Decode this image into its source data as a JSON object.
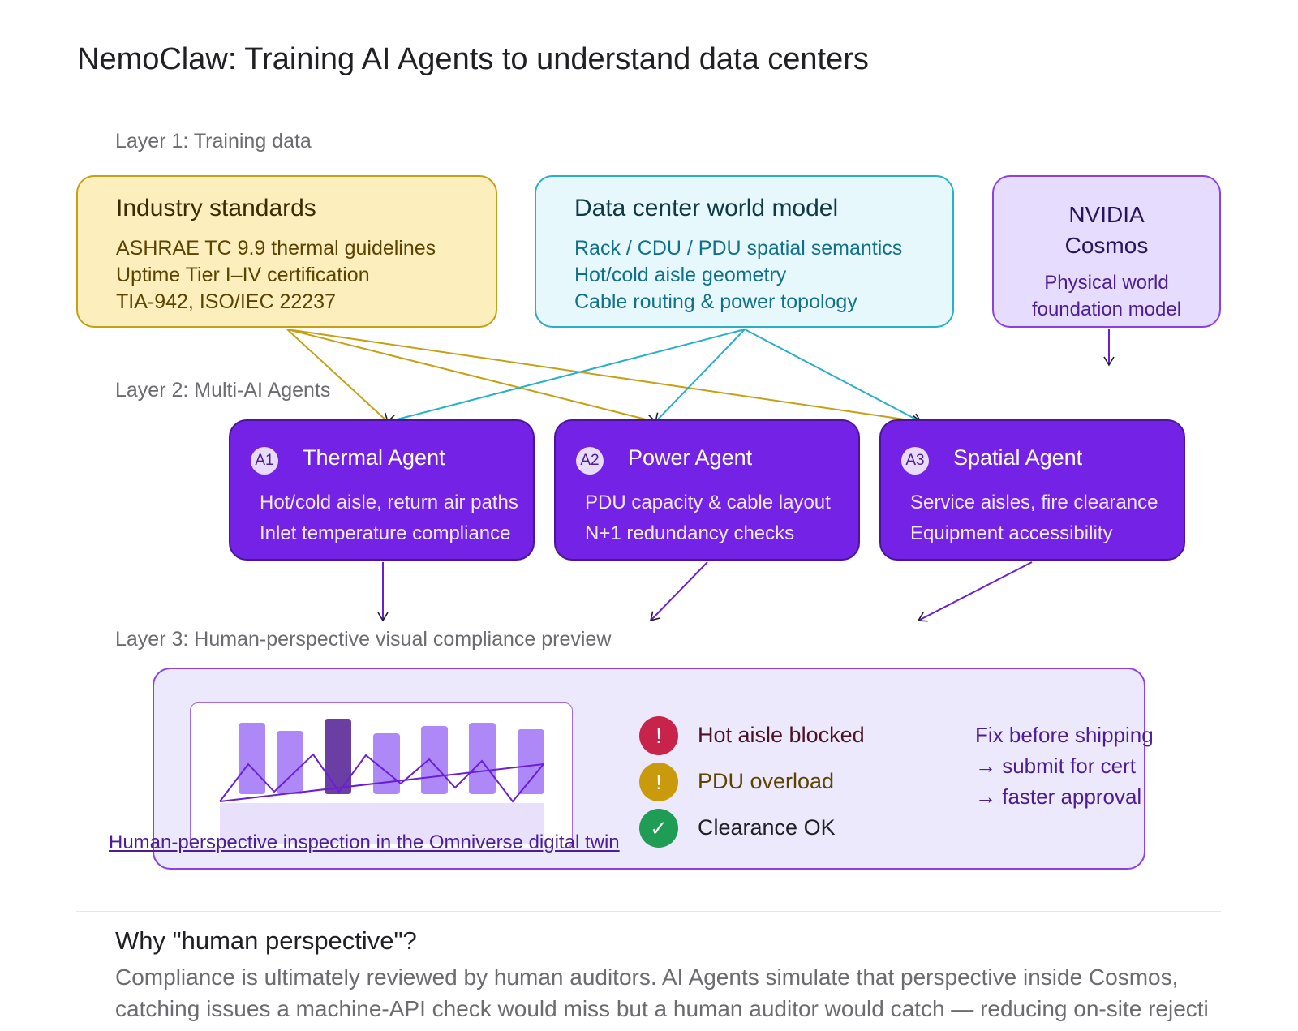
{
  "title": "NemoClaw: Training AI Agents to understand data centers",
  "layers": {
    "l1": "Layer 1: Training data",
    "l2": "Layer 2: Multi-AI Agents",
    "l3": "Layer 3: Human-perspective visual compliance preview"
  },
  "standards": {
    "heading": "Industry standards",
    "lines": [
      "ASHRAE TC 9.9 thermal guidelines",
      "Uptime Tier I–IV certification",
      "TIA-942, ISO/IEC 22237"
    ]
  },
  "world_model": {
    "heading": "Data center world model",
    "lines": [
      "Rack / CDU / PDU spatial semantics",
      "Hot/cold aisle geometry",
      "Cable routing & power topology"
    ]
  },
  "cosmos": {
    "heading_lines": [
      "NVIDIA",
      "Cosmos"
    ],
    "sub_lines": [
      "Physical world",
      "foundation model"
    ]
  },
  "agents": [
    {
      "badge": "A1",
      "name": "Thermal Agent",
      "lines": [
        "Hot/cold aisle, return air paths",
        "Inlet temperature compliance"
      ]
    },
    {
      "badge": "A2",
      "name": "Power Agent",
      "lines": [
        "PDU capacity & cable layout",
        "N+1 redundancy checks"
      ]
    },
    {
      "badge": "A3",
      "name": "Spatial Agent",
      "lines": [
        "Service aisles, fire clearance",
        "Equipment accessibility"
      ]
    }
  ],
  "preview": {
    "caption": "Human-perspective inspection in the Omniverse digital twin",
    "statuses": [
      {
        "icon": "!",
        "label": "Hot aisle blocked",
        "color": "#c8234a",
        "text_color": "#4a1326"
      },
      {
        "icon": "!",
        "label": "PDU overload",
        "color": "#c99a0c",
        "text_color": "#5b4300"
      },
      {
        "icon": "✓",
        "label": "Clearance OK",
        "color": "#1f9d55",
        "text_color": "#1f1f24"
      }
    ],
    "fix_lines": [
      "Fix before shipping",
      "→ submit for cert",
      "→ faster approval"
    ]
  },
  "why": {
    "heading": "Why \"human perspective\"?",
    "lines": [
      "Compliance is ultimately reviewed by human auditors. AI Agents simulate that perspective inside Cosmos,",
      "catching issues a machine-API check would miss but a human auditor would catch — reducing on-site rejecti"
    ]
  },
  "colors": {
    "gold": "#c4a114",
    "teal": "#27b0c7",
    "purple": "#7423e6",
    "arrow": "#6a1fd6"
  }
}
